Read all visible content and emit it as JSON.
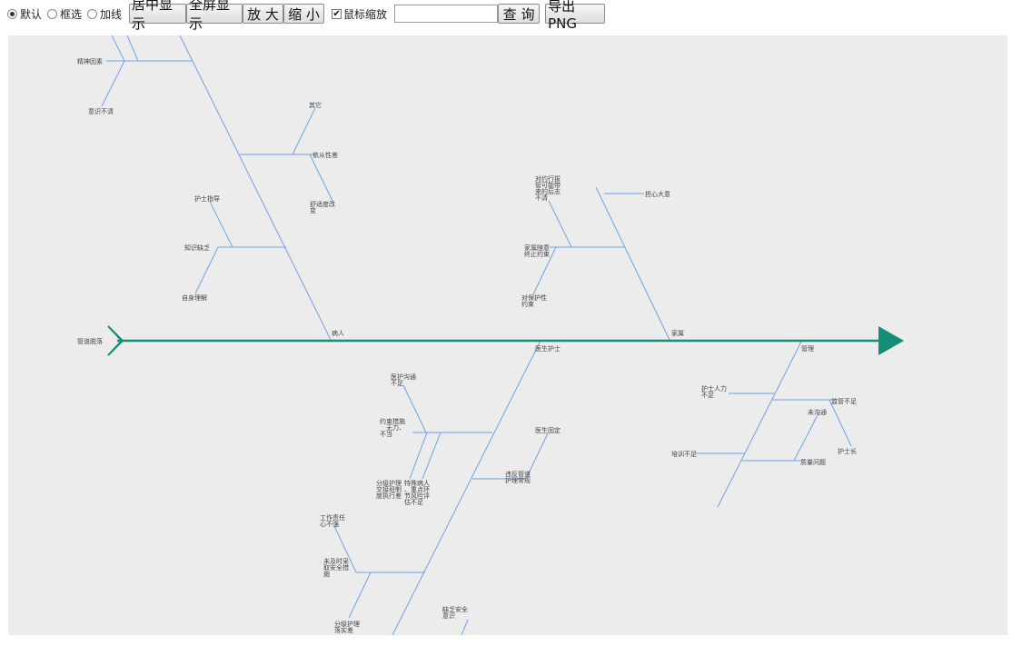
{
  "toolbar": {
    "mode_default": "默认",
    "mode_box": "框选",
    "mode_line": "加线",
    "btn_center": "居中显示",
    "btn_fullscreen": "全屏显示",
    "btn_zoom_in": "放 大",
    "btn_zoom_out": "缩 小",
    "wheel_zoom_label": "鼠标缩放",
    "wheel_zoom_checked": true,
    "search_value": "",
    "btn_query": "查 询",
    "btn_export": "导出PNG"
  },
  "colors": {
    "spine": "#148f77",
    "branch": "#6fa1e8",
    "canvas_bg": "#ececec"
  },
  "diagram": {
    "head": "管道脱落",
    "labels": {
      "mental": "精神因素",
      "unclear": "意识不清",
      "other": "其它",
      "compliance": "依从性差",
      "comfort": [
        "舒适度改",
        "变"
      ],
      "nurse_guide": "护士指导",
      "knowledge": "知识缺乏",
      "self_understand": "自身理解",
      "patient": "病人",
      "family_lines": [
        "对约行拔",
        "管可能带",
        "来的后志",
        "不清"
      ],
      "worry": "担心大意",
      "family_stop": [
        "家属随意",
        "终止约束"
      ],
      "family_nurse": [
        "对保护性",
        "约束"
      ],
      "family": "家属",
      "doctor_nurse": "医生护士",
      "mgmt": "管理",
      "comm": [
        "医护沟通",
        "不足"
      ],
      "restraint": [
        "约束措施",
        "无力、",
        "不当"
      ],
      "level_care": [
        "分级护理",
        "交接班制",
        "度执行差"
      ],
      "special": [
        "特殊病人",
        "、重点环",
        "节风险评",
        "估不足"
      ],
      "doctor_fix": "医生固定",
      "violate": [
        "违反管道",
        "护理常规"
      ],
      "work_resp": [
        "工作责任",
        "心不强"
      ],
      "no_safety": [
        "未及时采",
        "取安全措",
        "施"
      ],
      "level_weak": [
        "分级护理",
        "落实差"
      ],
      "lack_safety": [
        "缺乏安全",
        "意识"
      ],
      "manpower": [
        "护士人力",
        "不足"
      ],
      "supervise": "监管不足",
      "no_comm": "未沟通",
      "head_nurse": "护士长",
      "training": "培训不足",
      "quality": "质量问题"
    }
  }
}
